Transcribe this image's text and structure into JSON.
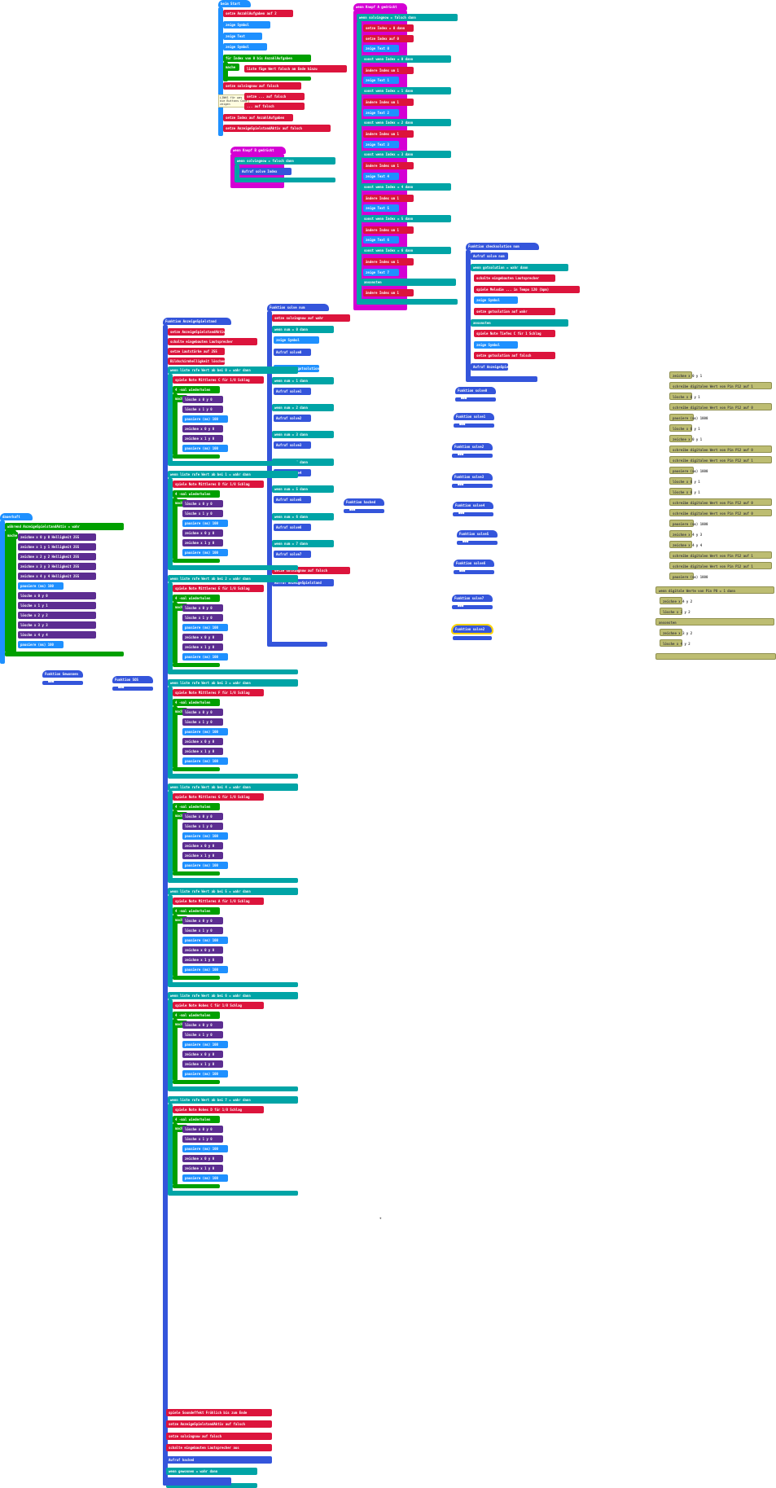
{
  "beim_start": {
    "hat": "beim Start",
    "lines": [
      "setze AnzahlAufgaben auf 2",
      "zeige Symbol",
      "zeige Text",
      "zeige Symbol",
      "für Index von 0 bis AnzahlAufgaben",
      "mache",
      "liste füge Wert falsch am Ende hinzu",
      "setze solvingnow auf falsch",
      "setze ... auf falsch",
      "... auf falsch",
      "setze Index auf AnzahlAufgaben",
      "setze AnzeigeSpielstandAktiv auf falsch"
    ],
    "comment": "LINKS für was die Buttons Code zeigen"
  },
  "knopf_a": {
    "hat": "wenn Knopf A gedrückt",
    "lines": [
      "wenn solvingnow = falsch dann",
      "setze Index = 0 dann",
      "setze Index auf 0",
      "zeige Text 0",
      "sonst wenn Index = 0 dann",
      "ändere Index um 1",
      "zeige Text 1",
      "sonst wenn Index = 1 dann",
      "ändere Index um 1",
      "zeige Text 2",
      "sonst wenn Index = 2 dann",
      "ändere Index um 1",
      "zeige Text 3",
      "sonst wenn Index = 3 dann",
      "ändere Index um 1",
      "zeige Text 4",
      "sonst wenn Index = 4 dann",
      "ändere Index um 1",
      "zeige Text 5",
      "sonst wenn Index = 5 dann",
      "ändere Index um 1",
      "zeige Text 6",
      "sonst wenn Index = 6 dann",
      "ändere Index um 1",
      "zeige Text 7",
      "ansonsten",
      "ändere Index um 1"
    ]
  },
  "knopf_b": {
    "hat": "wenn Knopf B gedrückt",
    "lines": [
      "wenn solvingnow = falsch dann",
      "Aufruf solve Index"
    ]
  },
  "funktion_solve": {
    "hat": "Funktion solve num",
    "lines": [
      "setze solvingnow auf wahr",
      "wenn num = 0 dann",
      "zeige Symbol",
      "Aufruf solve0",
      "zeige Text gotsolution",
      "wenn num = 1 dann",
      "Aufruf solve1",
      "wenn num = 2 dann",
      "Aufruf solve2",
      "wenn num = 3 dann",
      "Aufruf solve3",
      "wenn num = 4 dann",
      "Aufruf solve4",
      "wenn num = 5 dann",
      "Aufruf solve5",
      "wenn num = 6 dann",
      "Aufruf solve6",
      "wenn num = 7 dann",
      "Aufruf solve7",
      "setze solvingnow auf falsch",
      "Aufruf AnzeigeSpielstand"
    ]
  },
  "checksolution": {
    "hat": "Funktion checksolution num",
    "lines": [
      "Aufruf solve num",
      "wenn gotsolution = wahr dann",
      "schalte eingebauten Lautsprecher",
      "spiele Melodie ... in Tempo 120 (bpm)",
      "zeige Symbol",
      "setze gotsolution auf wahr",
      "ansonsten",
      "spiele Note Tiefes C für 1 Schlag",
      "zeige Symbol",
      "setze gotsolution auf falsch",
      "Aufruf AnzeigeSpielstand"
    ]
  },
  "functions": [
    "Funktion solve0",
    "Funktion solve1",
    "Funktion solve2",
    "Funktion solve3",
    "Funktion solve4",
    "Funktion solve5",
    "Funktion solve6",
    "Funktion solve7",
    "Funktion hacked",
    "Funktion Gewonnen",
    "Funktion SOS"
  ],
  "anzeige": {
    "hat": "Funktion AnzeigeSpielstand",
    "lines": [
      "setze AnzeigeSpielstandAktiv auf wahr",
      "schalte eingebauten Lautsprecher",
      "setze Lautstärke auf 255",
      "Bildschirmhelligkeit löschen"
    ],
    "blocks": [
      {
        "cond": "wenn liste rufe Wert ab bei 0 = wahr dann",
        "note": "spiele Note Mittleres C für 1/8 Schlag"
      },
      {
        "cond": "wenn liste rufe Wert ab bei 1 = wahr dann",
        "note": "spiele Note Mittleres D für 1/8 Schlag"
      },
      {
        "cond": "wenn liste rufe Wert ab bei 2 = wahr dann",
        "note": "spiele Note Mittleres E für 1/8 Schlag"
      },
      {
        "cond": "wenn liste rufe Wert ab bei 3 = wahr dann",
        "note": "spiele Note Mittleres F für 1/8 Schlag"
      },
      {
        "cond": "wenn liste rufe Wert ab bei 4 = wahr dann",
        "note": "spiele Note Mittleres G für 1/8 Schlag"
      },
      {
        "cond": "wenn liste rufe Wert ab bei 5 = wahr dann",
        "note": "spiele Note Mittleres A für 1/8 Schlag"
      },
      {
        "cond": "wenn liste rufe Wert ab bei 6 = wahr dann",
        "note": "spiele Note Hohes C für 1/8 Schlag"
      },
      {
        "cond": "wenn liste rufe Wert ab bei 7 = wahr dann",
        "note": "spiele Note Hohes D für 1/8 Schlag"
      }
    ],
    "repeat": "4 -mal wiederholen",
    "mache": "mache",
    "inner": [
      "lösche x 0 y 0",
      "lösche x 1 y 0",
      "pausiere (ms) 100",
      "zeichne x 0 y 0",
      "zeichne x 1 y 0",
      "pausiere (ms) 100"
    ],
    "tail": [
      "spiele Soundeffekt Fröhlich bis zum Ende",
      "setze AnzeigeSpielstandAktiv auf falsch",
      "setze solvingnow auf falsch",
      "schalte eingebauten Lautsprecher aus",
      "Aufruf hacked",
      "wenn gewonnen = wahr dann"
    ]
  },
  "dauerhaft": {
    "hat": "dauerhaft",
    "lines": [
      "während AnzeigeSpielstandAktiv = wahr",
      "mache",
      "zeichne x 0 y 0 Helligkeit 255",
      "zeichne x 1 y 1 Helligkeit 255",
      "zeichne x 2 y 2 Helligkeit 255",
      "zeichne x 3 y 3 Helligkeit 255",
      "zeichne x 4 y 4 Helligkeit 255",
      "pausiere (ms) 100",
      "lösche x 0 y 0",
      "lösche x 1 y 1",
      "lösche x 2 y 2",
      "lösche x 3 y 3",
      "lösche x 4 y 4",
      "pausiere (ms) 100"
    ]
  },
  "olive_stack": [
    "zeichne x 0 y 1",
    "schreibe digitalen Wert von Pin P12 auf 1",
    "lösche x 0 y 1",
    "schreibe digitalen Wert von Pin P12 auf 0",
    "pausiere (ms) 1000",
    "lösche x 0 y 1",
    "zeichne x 0 y 1",
    "schreibe digitalen Wert von Pin P12 auf 0",
    "schreibe digitalen Wert von Pin P12 auf 1",
    "pausiere (ms) 1000",
    "lösche x 0 y 1",
    "lösche x 0 y 1",
    "schreibe digitalen Wert von Pin P12 auf 0",
    "schreibe digitalen Wert von Pin P12 auf 0",
    "pausiere (ms) 1000",
    "zeichne x 4 y 3",
    "zeichne x 4 y 4",
    "schreibe digitalen Wert von Pin P12 auf 1",
    "schreibe digitalen Wert von Pin P12 auf 1",
    "pausiere (ms) 1000"
  ],
  "olive_wenn": [
    "wenn digitale Werte von Pin P0 = 1 dann",
    "zeichne x 4 y 2",
    "lösche x 3 y 2",
    "ansonsten",
    "zeichne x 3 y 2",
    "lösche x 4 y 2"
  ],
  "cursor_mark": "+"
}
